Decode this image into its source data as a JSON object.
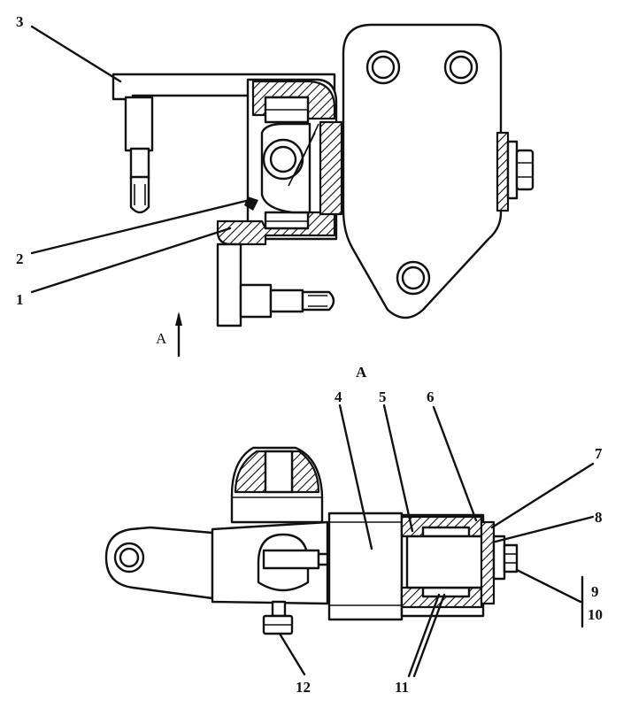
{
  "top_view": {
    "labels": {
      "l1": "1",
      "l2": "2",
      "l3": "3",
      "view_arrow": "A"
    }
  },
  "bottom_view": {
    "labels": {
      "title": "A",
      "l4": "4",
      "l5": "5",
      "l6": "6",
      "l7": "7",
      "l8": "8",
      "l9": "9",
      "l10": "10",
      "l11": "11",
      "l12": "12"
    }
  }
}
